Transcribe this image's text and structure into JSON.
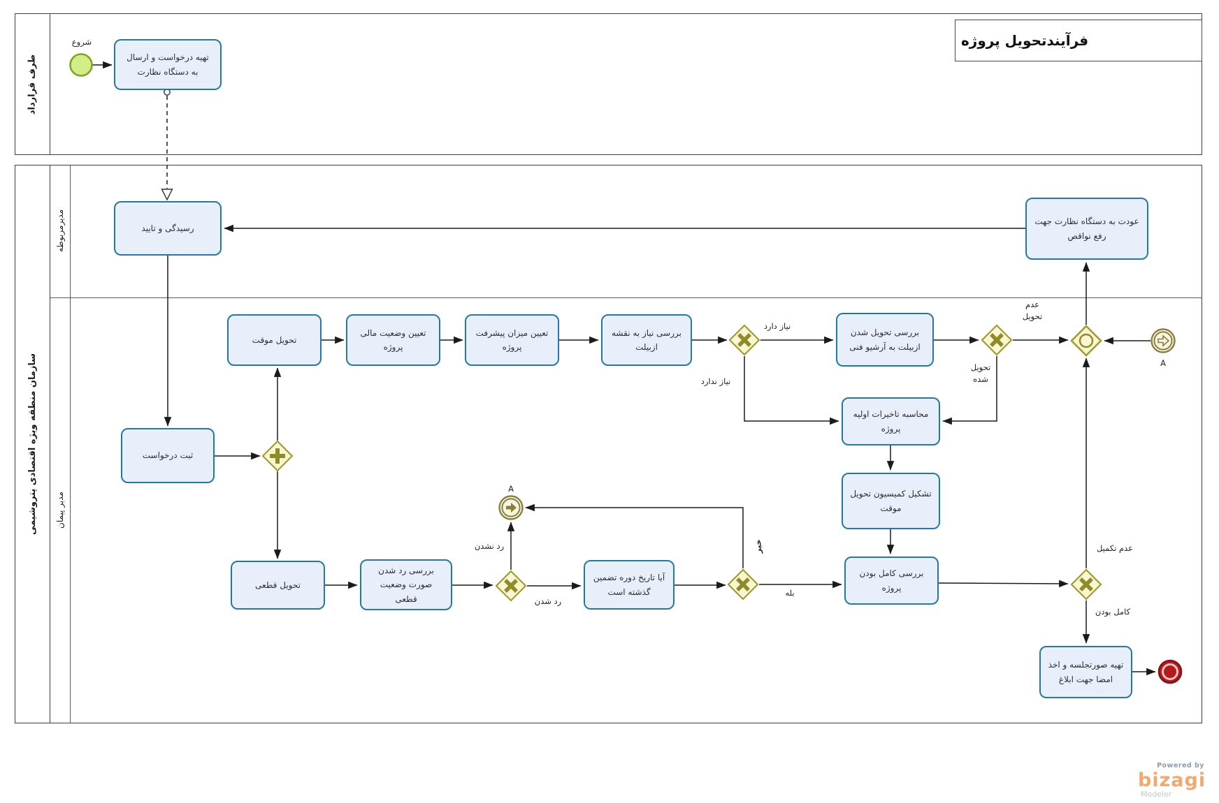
{
  "diagram_title": "فرآیندتحویل پروژه",
  "pool_contract": {
    "name": "طرف قرارداد"
  },
  "pool_org": {
    "name": "سازمان منطقه ویژه اقتصادی پتروشیمی",
    "lane_manager": "مدیرمربوطه",
    "lane_contract_manager": "مدیر پیمان"
  },
  "events": {
    "start_label": "شروع",
    "link_throw_label": "A",
    "link_catch_label": "A"
  },
  "tasks": {
    "prepare_request": "تهیه درخواست و ارسال به دستگاه نظارت",
    "review_approve": "رسیدگی و تایید",
    "register_request": "ثبت درخواست",
    "temp_delivery": "تحویل موقت",
    "financial_status": "تعیین وضعیت مالی پروژه",
    "progress_amount": "تعیین میزان پیشرفت پروژه",
    "asbuilt_need": "بررسی نیاز به نقشه ازبیلت",
    "asbuilt_archive": "بررسی تحویل شدن ازبیلت به آرشیو فنی",
    "return_supervision": "عودت به دستگاه نظارت جهت رفع نواقص",
    "calc_delays": "محاسبه تاخیرات اولیه پروژه",
    "form_commission": "تشکیل کمیسیون تحویل موقت",
    "check_complete": "بررسی کامل بودن پروژه",
    "final_delivery": "تحویل قطعی",
    "check_rejection": "بررسی رد شدن صورت وضعیت قطعی",
    "warranty_passed": "آیا تاریخ دوره تضمین گذشته است",
    "prepare_minutes": "تهیه صورتجلسه و اخذ امضا جهت ابلاغ"
  },
  "flow_labels": {
    "needs": "نیاز دارد",
    "no_need": "نیاز ندارد",
    "not_delivered": "عدم تحویل",
    "delivered": "تحویل شده",
    "not_rejected": "رد نشدن",
    "rejected": "رد شدن",
    "no": "خیر",
    "yes": "بله",
    "incomplete": "عدم تکمیل",
    "complete": "کامل بودن"
  },
  "watermark": {
    "powered_by": "Powered by",
    "brand": "bizagi",
    "product": "Modeler"
  },
  "colors": {
    "task_fill": "#e9effa",
    "task_border": "#2279a8",
    "gateway_fill": "#f9f6d0",
    "gateway_border": "#a19b35",
    "gateway_symbol": "#8f8a2a",
    "start_fill": "#d4ee86",
    "start_border": "#7da32d",
    "end_fill": "#b41b1b",
    "end_border": "#8c1010",
    "end_inner_ring": "#efc7c7",
    "link_ring": "#877f3e",
    "link_fill": "#f7f4e0",
    "flow_line": "#1a1a1a",
    "brand_orange": "#f1a96f"
  }
}
